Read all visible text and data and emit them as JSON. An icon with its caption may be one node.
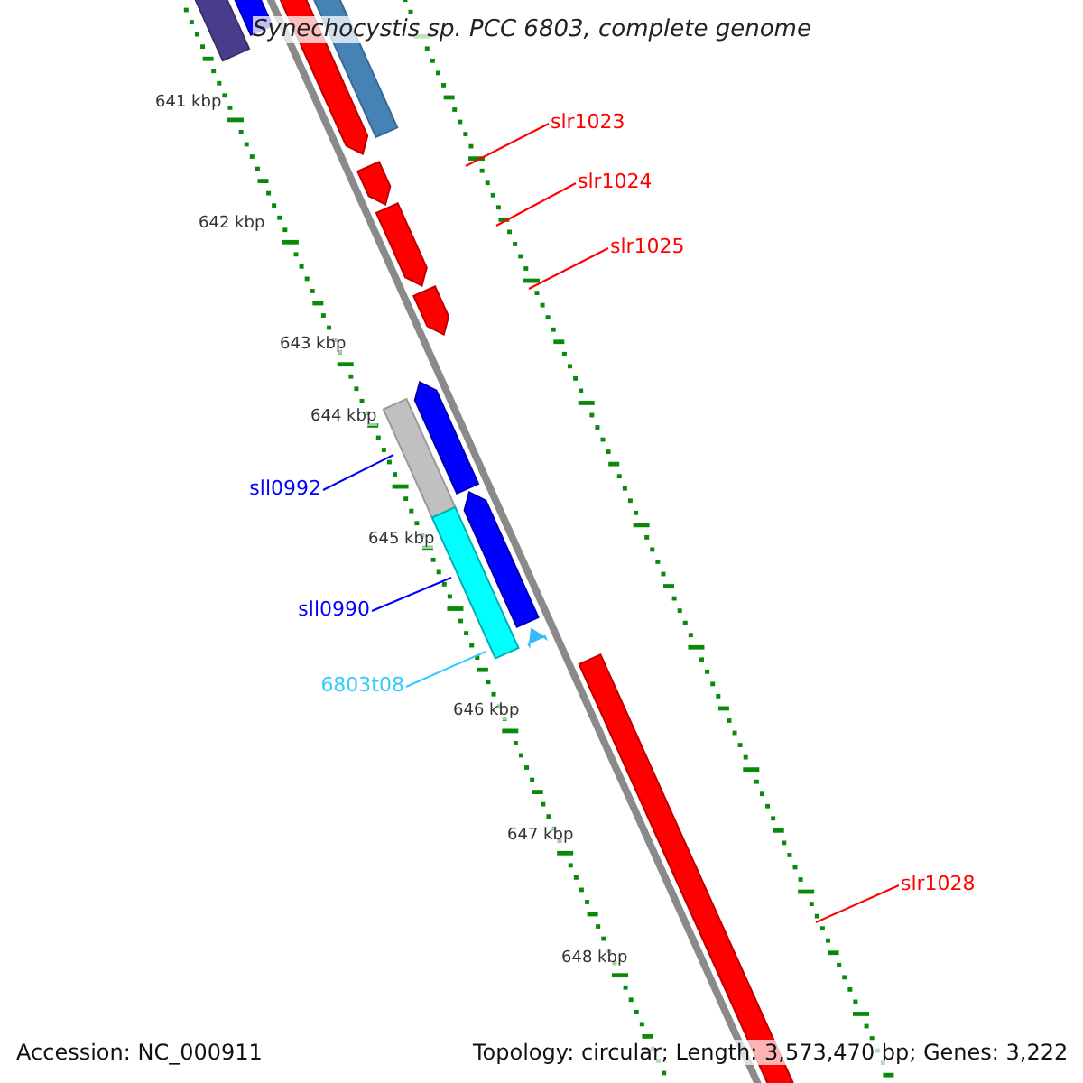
{
  "diagram": {
    "title": "Synechocystis sp. PCC 6803, complete genome",
    "nodes": [
      {
        "text": [
          "slr1023"
        ]
      },
      {
        "text": [
          "slr1024"
        ]
      },
      {
        "text": [
          "slr1025"
        ]
      },
      {
        "text": [
          "sll0992"
        ]
      },
      {
        "text": [
          "sll0990"
        ]
      },
      {
        "text": [
          "6803t08"
        ]
      },
      {
        "text": [
          "slr1028"
        ]
      }
    ],
    "edges": [
      {
        "from": 0,
        "to": null,
        "arrow": "none",
        "color": "#ff0000"
      },
      {
        "from": 1,
        "to": null,
        "arrow": "none",
        "color": "#ff0000"
      },
      {
        "from": 2,
        "to": null,
        "arrow": "none",
        "color": "#ff0000"
      },
      {
        "from": 3,
        "to": null,
        "arrow": "none",
        "color": "#0000ff"
      },
      {
        "from": 4,
        "to": null,
        "arrow": "none",
        "color": "#0000ff"
      },
      {
        "from": 5,
        "to": null,
        "arrow": "none",
        "color": "#33ccff"
      },
      {
        "from": 6,
        "to": null,
        "arrow": "none",
        "color": "#ff0000"
      }
    ],
    "labels": [
      "641 kbp",
      "642 kbp",
      "643 kbp",
      "644 kbp",
      "645 kbp",
      "646 kbp",
      "647 kbp",
      "648 kbp",
      "Accession: NC_000911",
      "Topology: circular; Length: 3,573,470 bp; Genes: 3,222"
    ]
  }
}
